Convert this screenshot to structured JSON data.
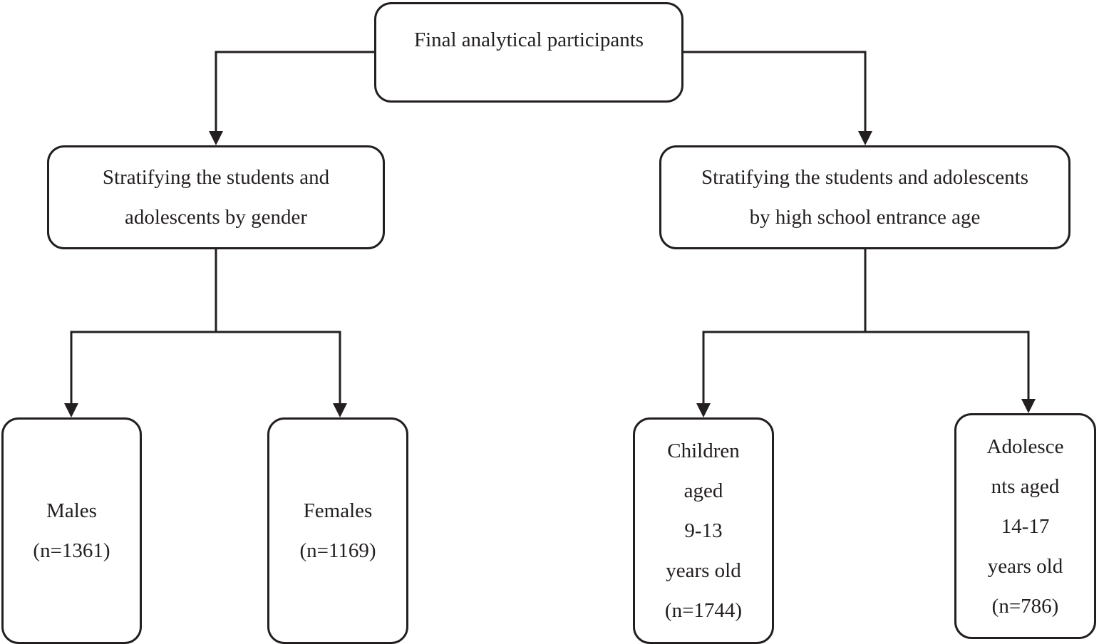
{
  "root": {
    "lines": [
      "Final analytical participants"
    ]
  },
  "gender_branch": {
    "lines": [
      "Stratifying the students and",
      "adolescents by gender"
    ],
    "children": [
      {
        "lines": [
          "Males",
          "(n=1361)"
        ]
      },
      {
        "lines": [
          "Females",
          "(n=1169)"
        ]
      }
    ]
  },
  "age_branch": {
    "lines": [
      "Stratifying the students and adolescents",
      "by high school entrance age"
    ],
    "children": [
      {
        "lines": [
          "Children",
          "aged",
          "9-13",
          "years old",
          "(n=1744)"
        ]
      },
      {
        "lines": [
          "Adolesce",
          "nts aged",
          "14-17",
          "years old",
          "(n=786)"
        ]
      }
    ]
  },
  "colors": {
    "stroke": "#231f20",
    "background": "#ffffff"
  }
}
